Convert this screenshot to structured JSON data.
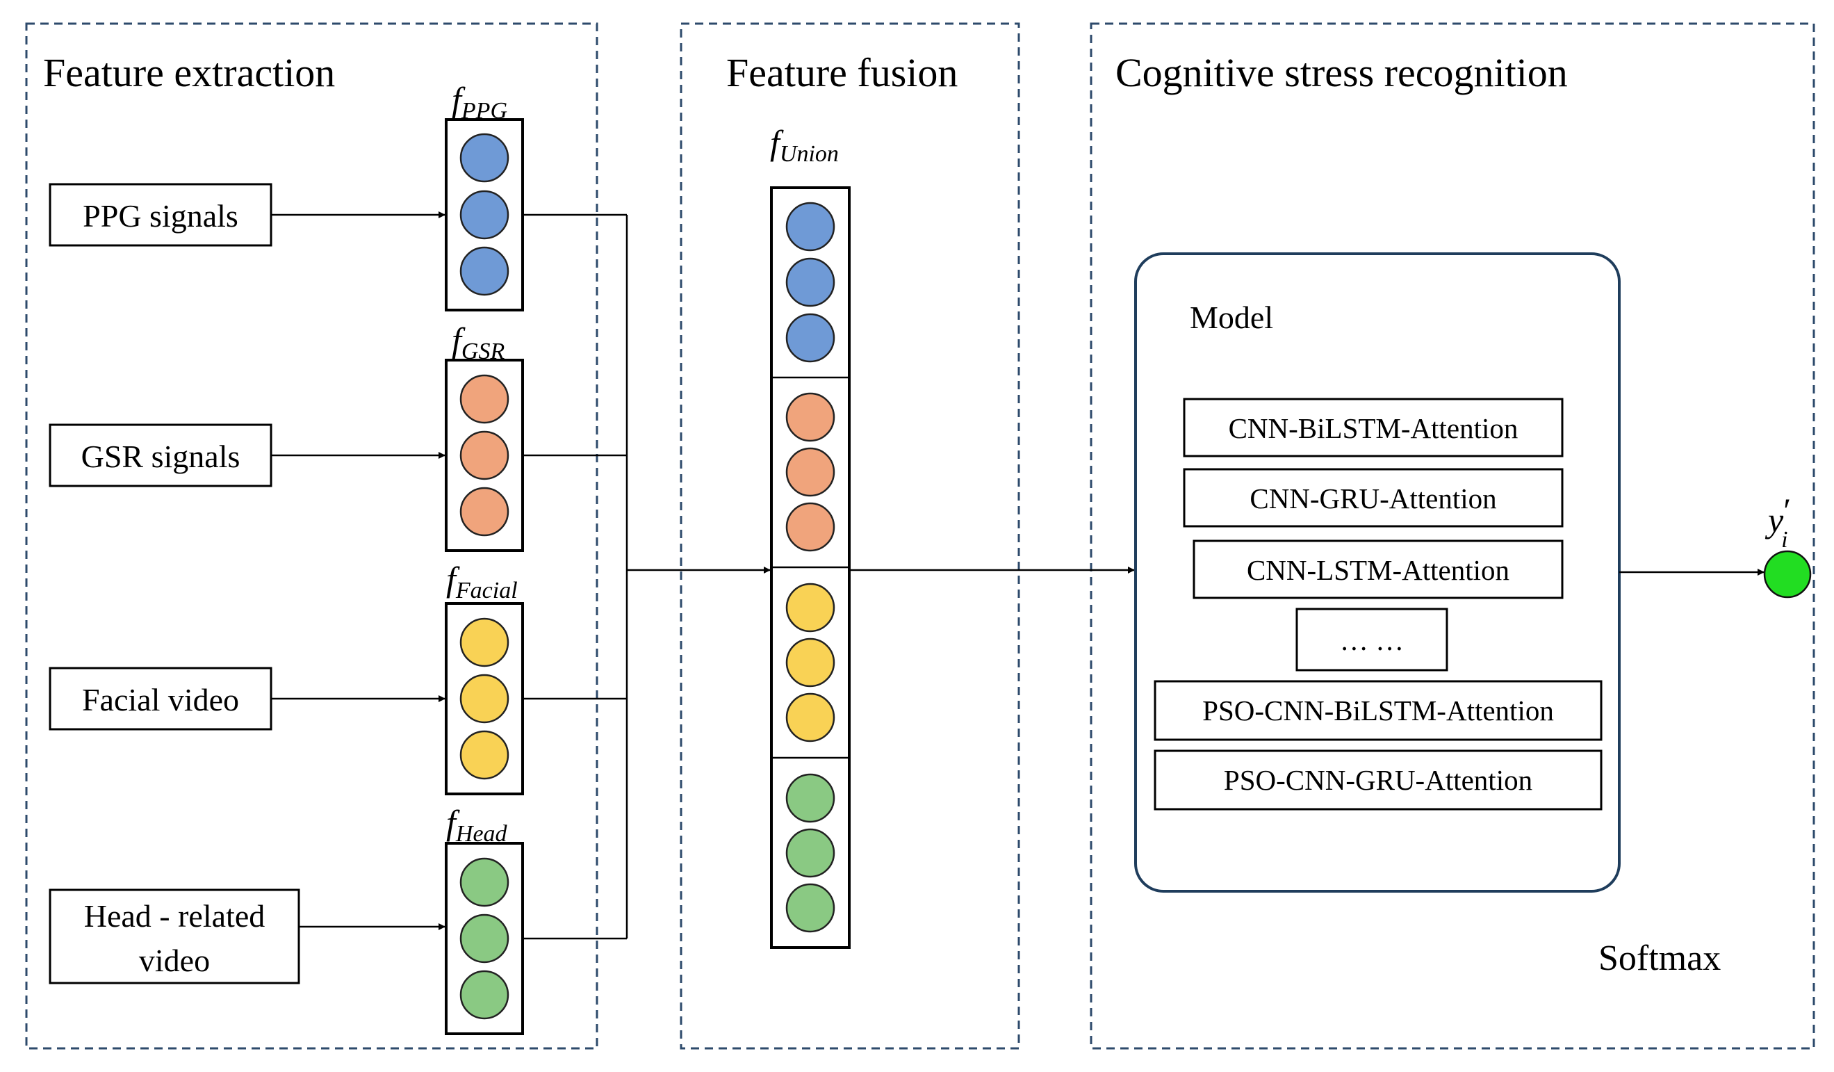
{
  "panels": {
    "extraction_title": "Feature extraction",
    "fusion_title": "Feature fusion",
    "recognition_title": "Cognitive stress recognition"
  },
  "inputs": [
    {
      "label": "PPG signals"
    },
    {
      "label": "GSR signals"
    },
    {
      "label": "Facial video"
    },
    {
      "label_lines": [
        "Head - related",
        "video"
      ]
    }
  ],
  "features": [
    {
      "base": "f",
      "sub": "PPG",
      "color": "#6f9ad6"
    },
    {
      "base": "f",
      "sub": "GSR",
      "color": "#f0a47c"
    },
    {
      "base": "f",
      "sub": "Facial",
      "color": "#f9d255"
    },
    {
      "base": "f",
      "sub": "Head",
      "color": "#8ac983"
    }
  ],
  "union": {
    "base": "f",
    "sub": "Union"
  },
  "model": {
    "title": "Model",
    "items": [
      "CNN-BiLSTM-Attention",
      "CNN-GRU-Attention",
      "CNN-LSTM-Attention",
      "… …",
      "PSO-CNN-BiLSTM-Attention",
      "PSO-CNN-GRU-Attention"
    ]
  },
  "softmax_label": "Softmax",
  "output": {
    "base": "y",
    "sub": "i",
    "prime": "′",
    "color": "#22dd22"
  }
}
